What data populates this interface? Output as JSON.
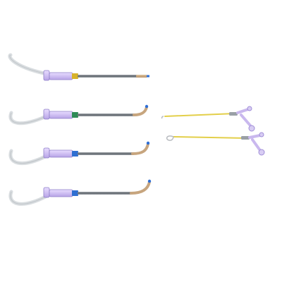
{
  "scene": {
    "background": "#ffffff",
    "description_items": [
      {
        "name": "sheath",
        "band_color": "#d7b22a"
      },
      {
        "name": "sheath",
        "band_color": "#2e8b57"
      },
      {
        "name": "sheath",
        "band_color": "#2f6fd1"
      },
      {
        "name": "sheath",
        "band_color": "#2f6fd1"
      }
    ],
    "colors": {
      "tube": "#d9dde0",
      "hub_purple": "#c9b8ee",
      "shaft_silver": "#7b8188",
      "tip_tan": "#c7a57e",
      "catheter_yellow": "#e3cf4a"
    }
  }
}
